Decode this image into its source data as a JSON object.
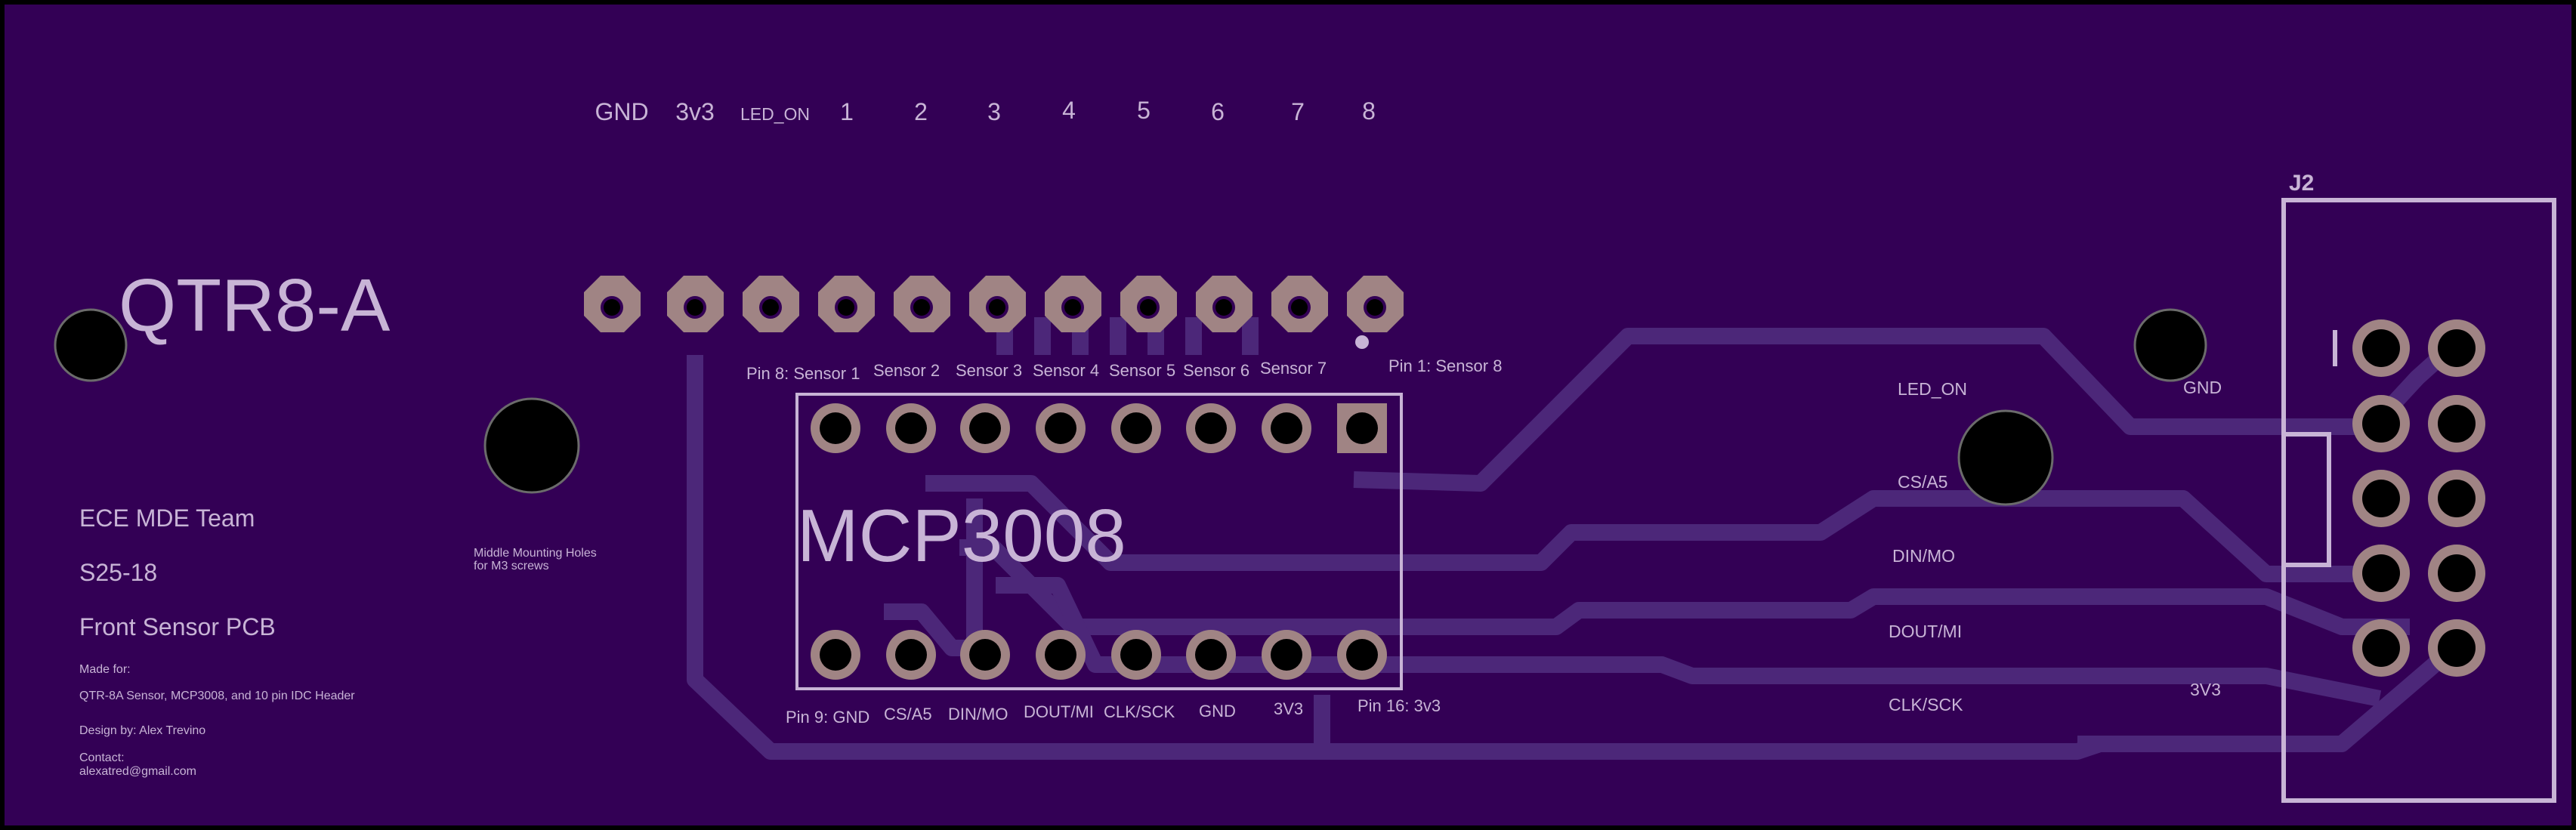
{
  "colors": {
    "board": "#330055",
    "trace": "#4c2779",
    "silk": "#c8b4d6",
    "pad": "#a08484",
    "drill": "#000000",
    "hole_edge": "#6b6b6b"
  },
  "header_labels": [
    "GND",
    "3v3",
    "LED_ON",
    "1",
    "2",
    "3",
    "4",
    "5",
    "6",
    "7",
    "8"
  ],
  "title": "QTR8-A",
  "sensor_labels": [
    "Pin 8: Sensor 1",
    "Sensor 2",
    "Sensor 3",
    "Sensor 4",
    "Sensor 5",
    "Sensor 6",
    "Sensor 7",
    "Pin 1: Sensor 8"
  ],
  "chip": {
    "name": "MCP3008",
    "bottom_labels": [
      "Pin 9: GND",
      "CS/A5",
      "DIN/MO",
      "DOUT/MI",
      "CLK/SCK",
      "GND",
      "3V3",
      "Pin 16: 3v3"
    ]
  },
  "info": {
    "team": "ECE MDE Team",
    "code": "S25-18",
    "board_name": "Front Sensor PCB",
    "made_for_label": "Made for:",
    "made_for": "QTR-8A Sensor, MCP3008, and 10 pin IDC Header",
    "design": "Design by: Alex Trevino",
    "contact_label": "Contact:",
    "email": "alexatred@gmail.com"
  },
  "mount_note": [
    "Middle Mounting Holes",
    "for M3 screws"
  ],
  "signal_labels": [
    "LED_ON",
    "CS/A5",
    "DIN/MO",
    "DOUT/MI",
    "CLK/SCK"
  ],
  "gnd_label": "GND",
  "v33_label": "3V3",
  "connector": {
    "designator": "J2"
  }
}
